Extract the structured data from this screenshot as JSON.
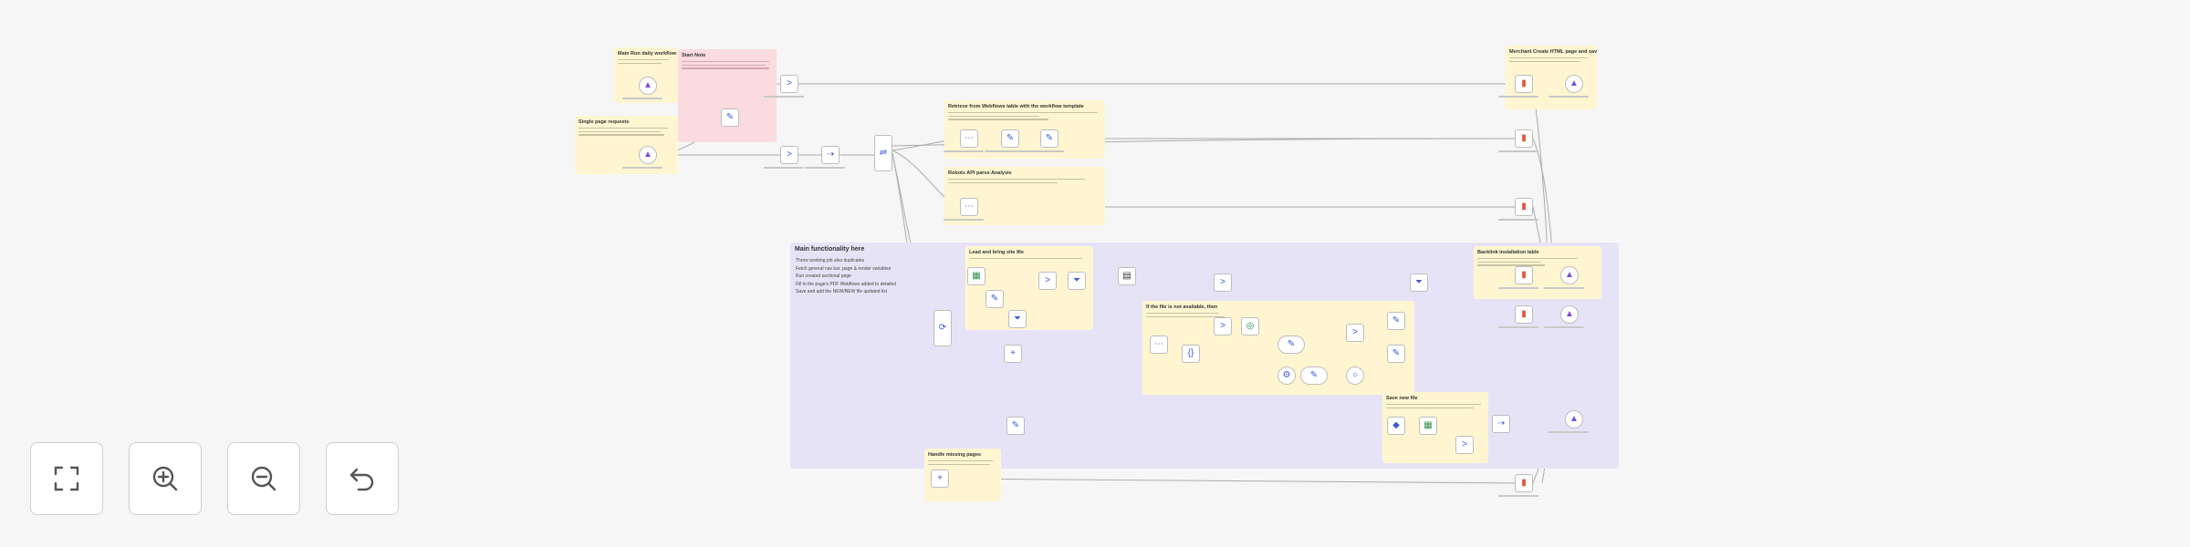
{
  "canvas": {
    "colors": {
      "background": "#f6f6f6",
      "sticky_yellow": "#fff6d1",
      "sticky_pink": "#fadbe0",
      "sticky_purple": "#e7e3f6",
      "node_border": "#bdbdbd",
      "connection": "#9a9a9a",
      "icon_purple": "#7b4bd6",
      "icon_red": "#e2543e",
      "icon_green": "#2f8f4e",
      "icon_blue": "#3b5bdb"
    },
    "stickies": {
      "main": {
        "title": "Main functionality here",
        "bullets": [
          "Throw working job also duplicates",
          "Fetch general nav bar. page & render variables",
          "Run created sectional page",
          "Fill in the page's PDF Webflows added to detailed",
          "Save and add the NEW/NEW file updated list"
        ]
      },
      "run_daily": {
        "title": "Main Run daily workflow"
      },
      "single_page": {
        "title": "Single page requests"
      },
      "note_pink": {
        "title": "Start Note"
      },
      "webflow_info": {
        "title": "Retrieve from Webflows table with the workflow template"
      },
      "webflow_read": {
        "title": "Robots API parse Analysis"
      },
      "first_list": {
        "title": "Lead and bring site file"
      },
      "all_stack": {
        "title": "If the file is not available, then"
      },
      "new_list": {
        "title": "Save new file"
      },
      "handle_missing": {
        "title": "Handle missing pages"
      },
      "error_log": {
        "title": "Merchant Create HTML page and save details for the user"
      },
      "success": {
        "title": "Backlink installation table"
      }
    }
  },
  "controls": {
    "fit_view": {
      "icon": "fit-view-icon"
    },
    "zoom_in": {
      "icon": "zoom-in-icon"
    },
    "zoom_out": {
      "icon": "zoom-out-icon"
    },
    "reset": {
      "icon": "undo-icon"
    }
  }
}
